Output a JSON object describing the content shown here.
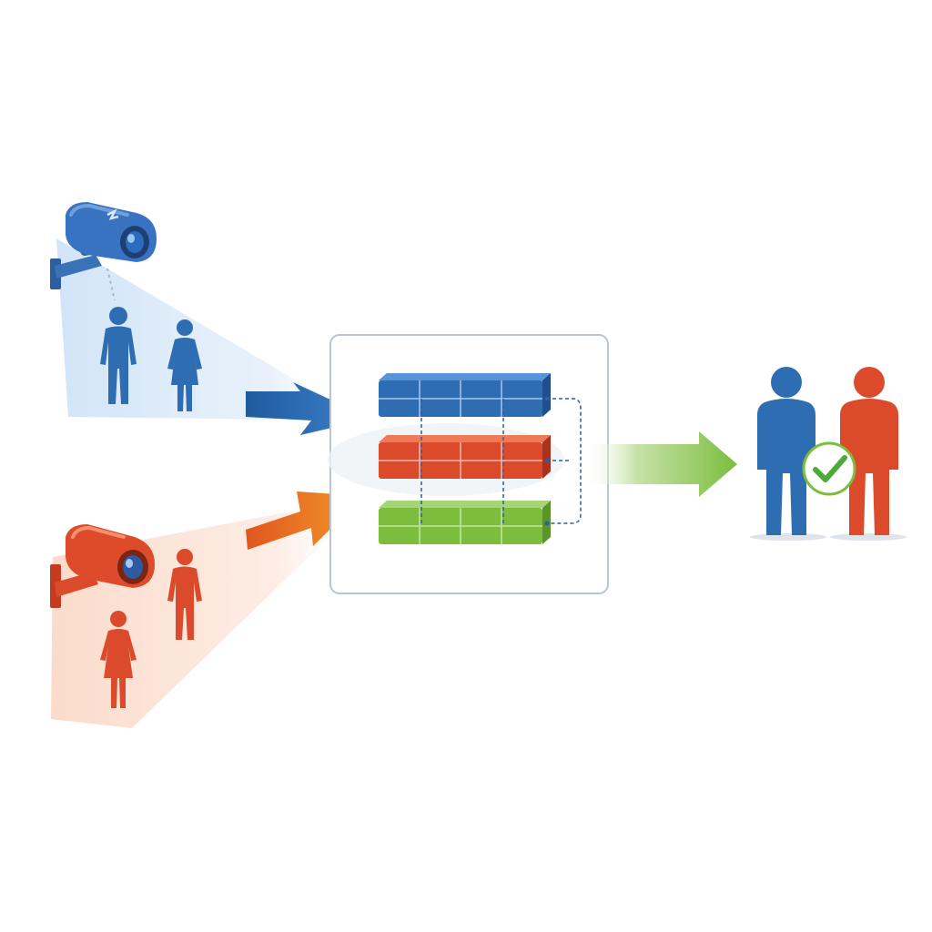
{
  "colors": {
    "blue": "#2f6db3",
    "blue_light": "#3f84cc",
    "red": "#dc4a2c",
    "red_light": "#ee6a45",
    "orange": "#ef7a1f",
    "green": "#7cbd3e",
    "green_light": "#9ad067",
    "frame": "#b9c4d6",
    "connector": "#2f5f9e"
  },
  "icons": {
    "camera_top": "security-camera-icon",
    "camera_bottom": "security-camera-icon",
    "person_male": "person-male-icon",
    "person_female": "person-female-icon",
    "checkmark": "checkmark-circle-icon"
  },
  "diagram": {
    "sources": [
      {
        "id": "camera-1",
        "color": "blue",
        "figures": [
          "male",
          "female"
        ]
      },
      {
        "id": "camera-2",
        "color": "red",
        "figures": [
          "male",
          "female"
        ]
      }
    ],
    "processing_layers": [
      "blue",
      "red",
      "green"
    ],
    "output": {
      "figures": [
        "blue-person",
        "red-person"
      ],
      "status": "match"
    }
  }
}
